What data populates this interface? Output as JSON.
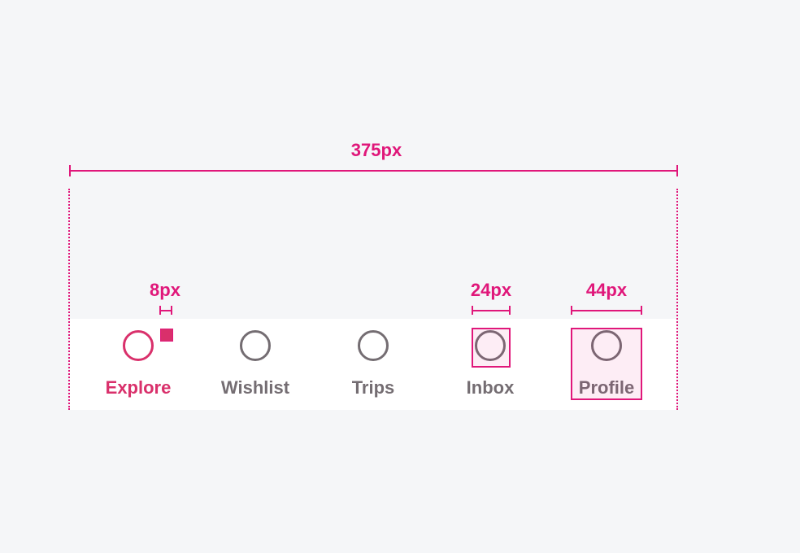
{
  "measurements": {
    "width_total": "375px",
    "badge_size": "8px",
    "icon_size": "24px",
    "touch_target": "44px"
  },
  "nav": {
    "items": [
      {
        "label": "Explore",
        "active": true
      },
      {
        "label": "Wishlist",
        "active": false
      },
      {
        "label": "Trips",
        "active": false
      },
      {
        "label": "Inbox",
        "active": false
      },
      {
        "label": "Profile",
        "active": false
      }
    ]
  },
  "colors": {
    "accent": "#e0177a",
    "active": "#d9306b",
    "inactive": "#746d72",
    "background": "#f5f6f8",
    "bar": "#ffffff"
  }
}
